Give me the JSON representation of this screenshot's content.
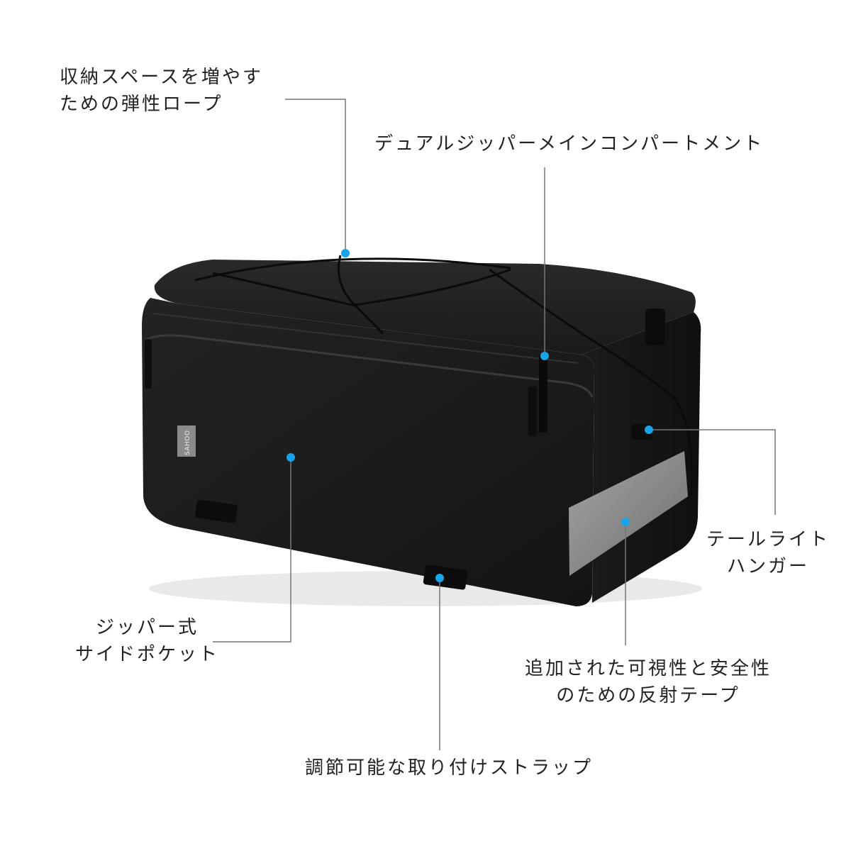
{
  "brand": {
    "logo_text": "SAHOO"
  },
  "colors": {
    "callout_dot": "#1aa3e8",
    "leader_line": "#777777",
    "bag_fabric": "#1c1c1c",
    "reflective_strip": "#8f8f8f"
  },
  "callouts": {
    "elastic_rope": {
      "line1": "収納スペースを増やす",
      "line2": "ための弾性ロープ"
    },
    "main_compartment": {
      "line1": "デュアルジッパーメインコンパートメント"
    },
    "taillight_hanger": {
      "line1": "テールライト",
      "line2": "ハンガー"
    },
    "side_pocket": {
      "line1": "ジッパー式",
      "line2": "サイドポケット"
    },
    "reflective_tape": {
      "line1": "追加された可視性と安全性",
      "line2": "のための反射テープ"
    },
    "mounting_straps": {
      "line1": "調節可能な取り付けストラップ"
    }
  }
}
